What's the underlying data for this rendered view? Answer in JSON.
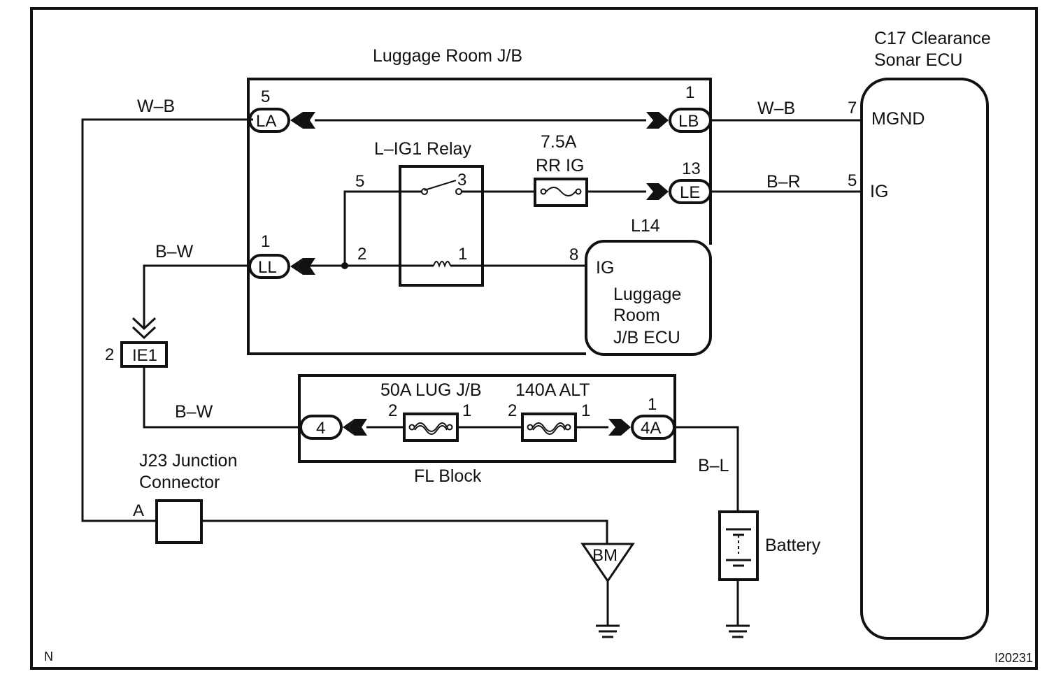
{
  "frame": {
    "corner_left": "N",
    "corner_right": "I20231"
  },
  "jb": {
    "title": "Luggage Room J/B"
  },
  "ecu": {
    "title_line1": "C17 Clearance",
    "title_line2": "Sonar ECU",
    "pin_mgnd_num": "7",
    "pin_mgnd": "MGND",
    "pin_ig_num": "5",
    "pin_ig": "IG"
  },
  "connectors": {
    "la": {
      "label": "LA",
      "pin": "5"
    },
    "lb": {
      "label": "LB",
      "pin": "1"
    },
    "le": {
      "label": "LE",
      "pin": "13"
    },
    "ll": {
      "label": "LL",
      "pin": "1"
    },
    "ie1": {
      "label": "IE1",
      "pin": "2"
    },
    "fl4": {
      "label": "4"
    },
    "fl4a": {
      "label": "4A",
      "pin": "1"
    },
    "bm": {
      "label": "BM"
    }
  },
  "wires": {
    "top_left": "W–B",
    "top_right": "W–B",
    "ig_right": "B–R",
    "ll_left": "B–W",
    "fl_left": "B–W",
    "battery": "B–L"
  },
  "relay": {
    "title": "L–IG1 Relay",
    "pin5": "5",
    "pin3": "3",
    "pin2": "2",
    "pin1": "1"
  },
  "fuse_rr": {
    "rating": "7.5A",
    "name": "RR IG"
  },
  "jb_ecu": {
    "id": "L14",
    "pin": "8",
    "pin_name": "IG",
    "line1": "Luggage",
    "line2": "Room",
    "line3": "J/B ECU"
  },
  "fl_block": {
    "title": "FL Block",
    "fuse1": "50A LUG J/B",
    "fuse2": "140A ALT",
    "f1_p2": "2",
    "f1_p1": "1",
    "f2_p2": "2",
    "f2_p1": "1"
  },
  "junction": {
    "line1": "J23 Junction",
    "line2": "Connector",
    "pin": "A"
  },
  "battery": {
    "label": "Battery"
  }
}
